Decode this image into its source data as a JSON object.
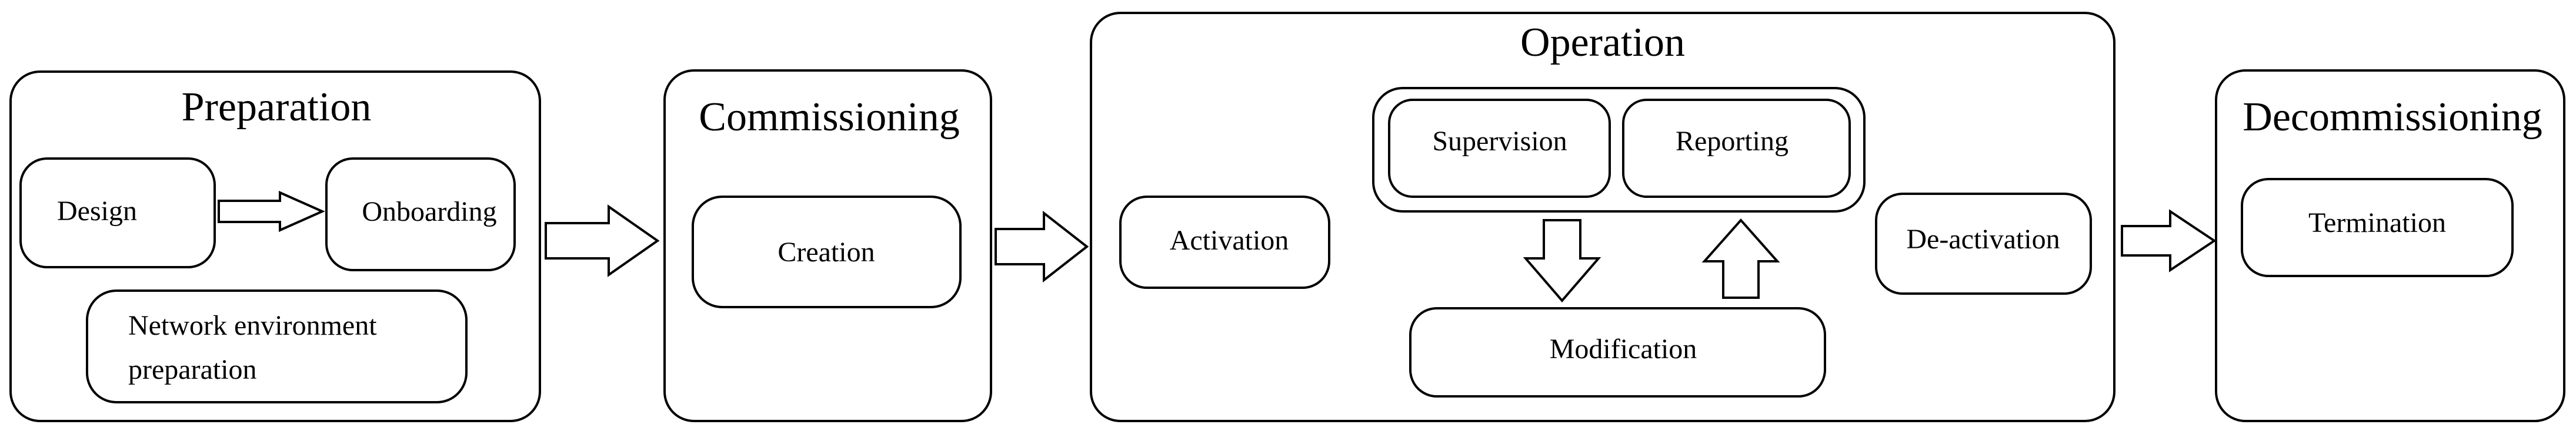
{
  "phases": {
    "preparation": {
      "title": "Preparation",
      "design": "Design",
      "onboarding": "Onboarding",
      "network_env_line1": "Network environment",
      "network_env_line2": "preparation"
    },
    "commissioning": {
      "title": "Commissioning",
      "creation": "Creation"
    },
    "operation": {
      "title": "Operation",
      "activation": "Activation",
      "supervision": "Supervision",
      "reporting": "Reporting",
      "modification": "Modification",
      "deactivation": "De-activation"
    },
    "decommissioning": {
      "title": "Decommissioning",
      "termination": "Termination"
    }
  }
}
